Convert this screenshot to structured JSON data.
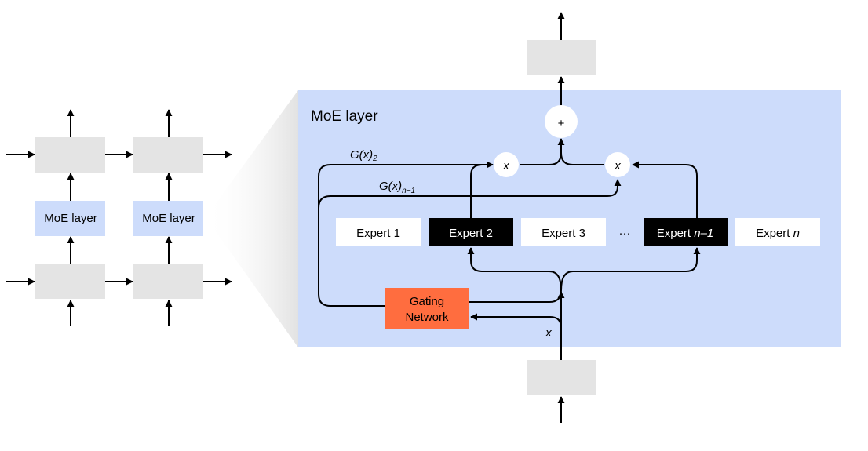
{
  "colors": {
    "moe_panel": "#cddcfb",
    "moe_box": "#cddcfb",
    "grey_box": "#e4e4e4",
    "gating": "#ff6d3f",
    "expert_active": "#000000",
    "expert_inactive": "#ffffff",
    "line": "#000000"
  },
  "left_stack": {
    "columns": [
      {
        "moe_label": "MoE layer"
      },
      {
        "moe_label": "MoE layer"
      }
    ]
  },
  "moe_detail": {
    "title": "MoE layer",
    "sum_symbol": "+",
    "multiply_symbol": "x",
    "gate_labels": {
      "g2": {
        "base": "G(x)",
        "sub": "2"
      },
      "gn1": {
        "base": "G(x)",
        "sub": "n−1"
      }
    },
    "input_label": "x",
    "ellipsis": "···",
    "gating_network": {
      "line1": "Gating",
      "line2": "Network"
    },
    "experts": [
      {
        "label": "Expert 1",
        "active": false
      },
      {
        "label": "Expert 2",
        "active": true
      },
      {
        "label": "Expert 3",
        "active": false
      },
      {
        "label": "Expert n–1",
        "active": true
      },
      {
        "label": "Expert n",
        "active": false
      }
    ],
    "expert_labels": {
      "e1": "Expert 1",
      "e2": "Expert 2",
      "e3": "Expert 3",
      "en1_base": "Expert ",
      "en1_var": "n–1",
      "en_base": "Expert ",
      "en_var": "n"
    }
  }
}
